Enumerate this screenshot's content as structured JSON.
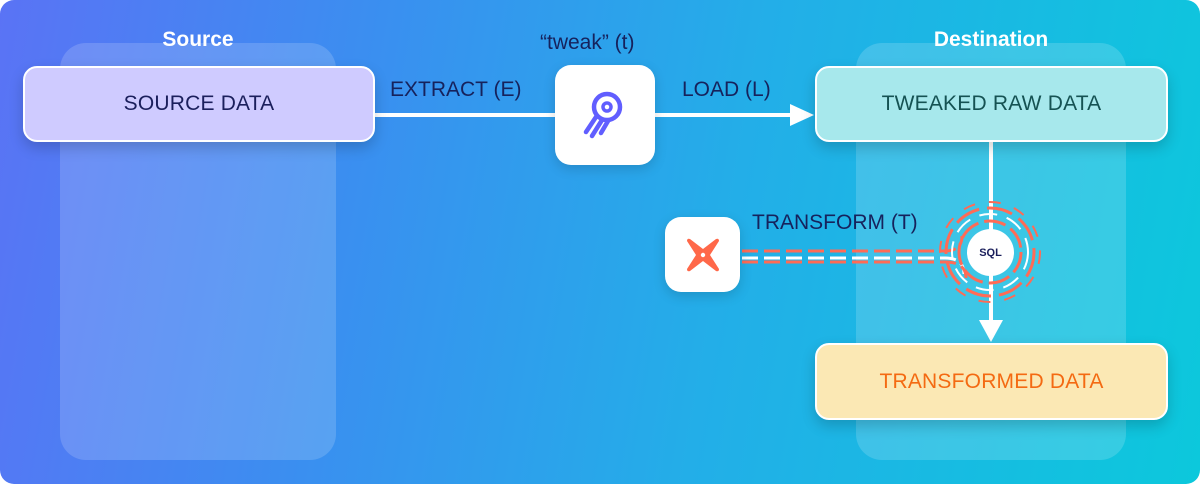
{
  "lanes": {
    "source_title": "Source",
    "destination_title": "Destination"
  },
  "boxes": {
    "source": "SOURCE DATA",
    "raw": "TWEAKED RAW DATA",
    "transformed": "TRANSFORMED DATA"
  },
  "edges": {
    "extract": "EXTRACT (E)",
    "load": "LOAD (L)",
    "tweak": "“tweak” (t)",
    "transform": "TRANSFORM (T)"
  },
  "tools": {
    "airbyte_icon": "airbyte-logo-icon",
    "dbt_icon": "dbt-logo-icon",
    "sql_label": "SQL"
  },
  "colors": {
    "source_box": "#cfcbff",
    "raw_box": "#a7e8ec",
    "transformed_box": "#fbe8b4",
    "transformed_text": "#f46a12",
    "dbt_orange": "#ff6849",
    "airbyte_purple": "#615eff"
  }
}
